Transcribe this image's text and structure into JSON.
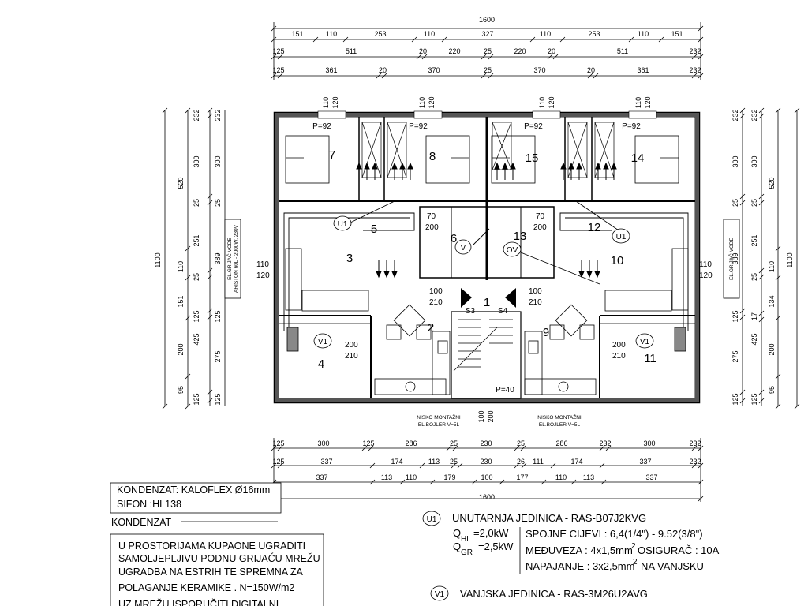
{
  "top_dims": {
    "total": "1600",
    "row1": [
      "151",
      "110",
      "253",
      "110",
      "327",
      "110",
      "253",
      "110",
      "151"
    ],
    "row2": [
      "125",
      "511",
      "20",
      "220",
      "25",
      "220",
      "20",
      "511",
      "232"
    ],
    "row3": [
      "125",
      "361",
      "20",
      "370",
      "25",
      "370",
      "20",
      "361",
      "232"
    ]
  },
  "window_dims": [
    "110",
    "120"
  ],
  "bottom_dims": {
    "row1": [
      "125",
      "300",
      "125",
      "286",
      "25",
      "230",
      "25",
      "286",
      "232",
      "300",
      "232"
    ],
    "row2": [
      "125",
      "337",
      "174",
      "113",
      "25",
      "230",
      "26",
      "111",
      "174",
      "337",
      "232"
    ],
    "row3": [
      "337",
      "113",
      "110",
      "179",
      "100",
      "177",
      "110",
      "113",
      "337"
    ],
    "total": "1600"
  },
  "left_dims": {
    "outer": "1100",
    "mid": [
      "520",
      "110",
      "151",
      "200",
      "95"
    ],
    "inner": [
      "232",
      "300",
      "25",
      "251",
      "25",
      "125",
      "275",
      "125"
    ],
    "inner2": [
      "389",
      "425"
    ]
  },
  "right_dims": {
    "outer": "1100",
    "mid": [
      "232",
      "300",
      "25",
      "251",
      "25",
      "134",
      "125",
      "200",
      "95"
    ],
    "inner": [
      "232",
      "300",
      "25",
      "389",
      "110",
      "17",
      "425",
      "275",
      "125"
    ],
    "inner2": [
      "520"
    ]
  },
  "rooms": [
    "7",
    "8",
    "15",
    "14",
    "3",
    "5",
    "6",
    "13",
    "12",
    "10",
    "2",
    "1",
    "9",
    "4",
    "11"
  ],
  "radiators": [
    "P=92",
    "P=92",
    "P=92",
    "P=92",
    "P=40"
  ],
  "door_labels": [
    {
      "a": "110",
      "b": "120"
    },
    {
      "a": "70",
      "b": "200"
    },
    {
      "a": "70",
      "b": "200"
    },
    {
      "a": "100",
      "b": "210"
    },
    {
      "a": "100",
      "b": "210"
    },
    {
      "a": "200",
      "b": "210"
    },
    {
      "a": "200",
      "b": "210"
    },
    {
      "a": "110",
      "b": "120"
    },
    {
      "a": "100",
      "b": "200"
    }
  ],
  "units": {
    "u1": "U1",
    "v1": "V1",
    "v": "V",
    "ov": "OV",
    "s3": "S3",
    "s4": "S4"
  },
  "heater_label": {
    "line1": "EL.GRIJAČ VODE",
    "line2": "ARISTON 60L - 2000W, 230V"
  },
  "boiler_note": {
    "line1": "NISKO MONTAŽNI",
    "line2": "EL.BOJLER V=5L"
  },
  "legend": {
    "kondenzat_box": {
      "line1": "KONDENZAT: KALOFLEX Ø16mm",
      "line2": "SIFON :HL138"
    },
    "kondenzat_line": "KONDENZAT",
    "floor_note": [
      "U PROSTORIJAMA KUPAONE  UGRADITI",
      "SAMOLJEPLJIVU PODNU GRIJAĆU MREŽU",
      "UGRADBA NA ESTRIH  TE SPREMNA  ZA",
      "POLAGANJE KERAMIKE .  N=150W/m2",
      "UZ MREŽU ISPORUČITI  DIGITALNI"
    ],
    "u1": {
      "tag": "U1",
      "title": "UNUTARNJA JEDINICA - RAS-B07J2KVG",
      "q_hl": "=2,0kW",
      "q_gr": "=2,5kW",
      "q_hl_sub": "HL",
      "q_gr_sub": "GR",
      "q": "Q",
      "spojne": "SPOJNE CIJEVI : 6,4(1/4\") - 9.52(3/8\")",
      "meduveza": "MEĐUVEZA : 4x1,5mm",
      "osigurac": "OSIGURAČ : 10A",
      "napajanje": "NAPAJANJE : 3x2,5mm",
      "na_vanjsku": "NA VANJSKU",
      "sup": "2"
    },
    "v1": {
      "tag": "V1",
      "title": "VANJSKA JEDINICA - RAS-3M26U2AVG"
    }
  }
}
